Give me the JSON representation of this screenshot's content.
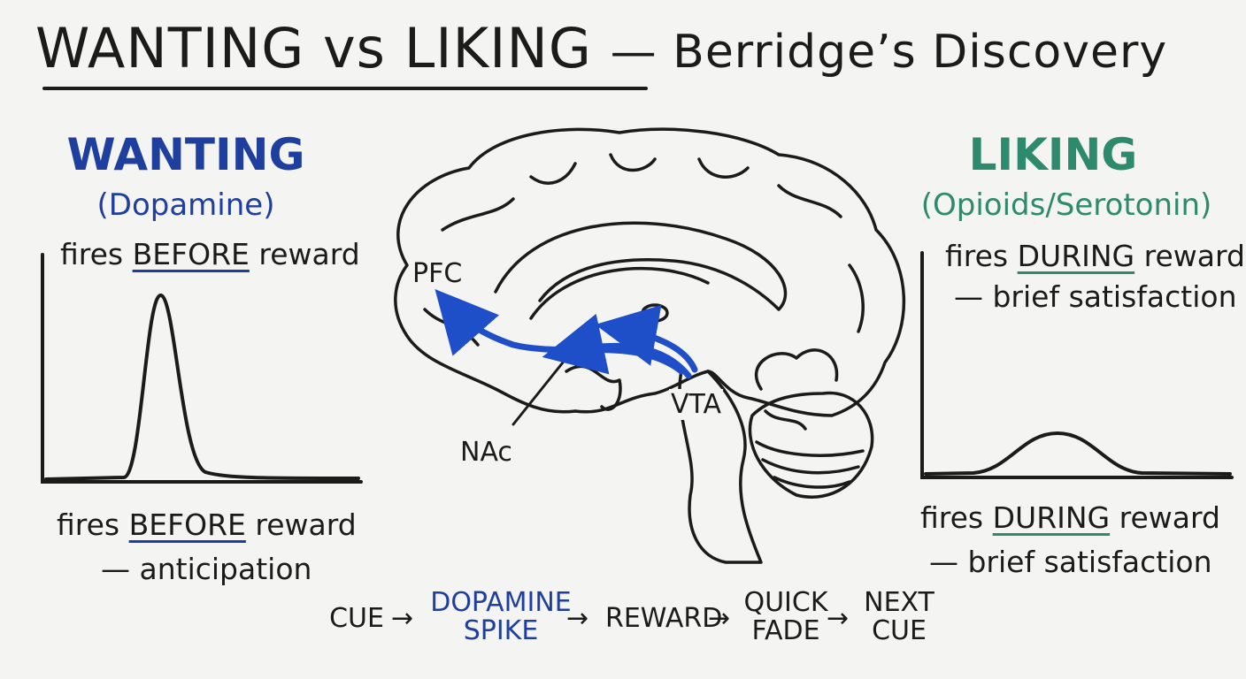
{
  "title": {
    "part1": "WANTING vs LIKING",
    "part2": "— Berridge’s Discovery"
  },
  "wanting": {
    "heading": "WANTING",
    "subheading": "(Dopamine)",
    "top_note": {
      "prefix": "fires ",
      "emphasis": "BEFORE",
      "suffix": " reward"
    },
    "bottom_note": {
      "prefix": "fires ",
      "emphasis": "BEFORE",
      "suffix": " reward",
      "line2": "— anticipation"
    },
    "color": "#1f3f9e"
  },
  "liking": {
    "heading": "LIKING",
    "subheading": "(Opioids/Serotonin)",
    "top_note": {
      "prefix": "fires ",
      "emphasis": "DURING",
      "suffix": " reward",
      "line2": "— brief satisfaction"
    },
    "bottom_note": {
      "prefix": "fires ",
      "emphasis": "DURING",
      "suffix": " reward",
      "line2": "— brief satisfaction"
    },
    "color": "#2e8a6d"
  },
  "brain_labels": {
    "pfc": "PFC",
    "nac": "NAc",
    "vta": "VTA"
  },
  "pathway_color": "#1f4fc8",
  "flow": {
    "steps": [
      {
        "text": "CUE",
        "highlight": false
      },
      {
        "text": "DOPAMINE\nSPIKE",
        "highlight": true
      },
      {
        "text": "REWARD",
        "highlight": false
      },
      {
        "text": "QUICK\nFADE",
        "highlight": false
      },
      {
        "text": "NEXT\nCUE",
        "highlight": false
      }
    ],
    "arrow": "→",
    "highlight_color": "#1f3f9e"
  }
}
